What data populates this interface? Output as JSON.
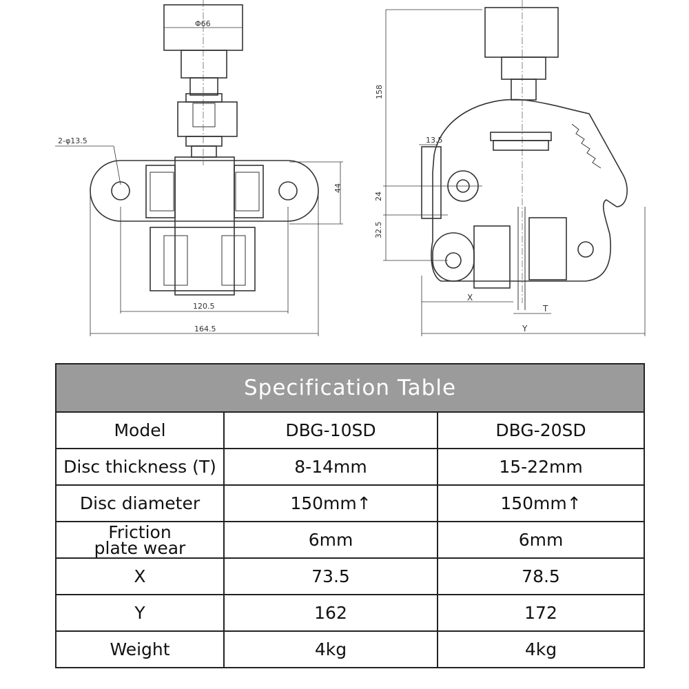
{
  "drawing": {
    "front_view": {
      "dim_top_diameter": "Φ66",
      "dim_holes": "2-φ13.5",
      "dim_height": "44",
      "dim_inner_width": "120.5",
      "dim_outer_width": "164.5"
    },
    "side_view": {
      "dim_total_height": "158",
      "dim_offset": "13.5",
      "dim_mid": "24",
      "dim_lower": "32.5",
      "dim_x": "X",
      "dim_t": "T",
      "dim_y": "Y"
    }
  },
  "spec_table": {
    "title": "Specification Table",
    "columns": [
      "Model",
      "DBG-10SD",
      "DBG-20SD"
    ],
    "rows": [
      [
        "Disc thickness (T)",
        "8-14mm",
        "15-22mm"
      ],
      [
        "Disc diameter",
        "150mm↑",
        "150mm↑"
      ],
      [
        "Friction plate wear",
        "6mm",
        "6mm"
      ],
      [
        "X",
        "73.5",
        "78.5"
      ],
      [
        "Y",
        "162",
        "172"
      ],
      [
        "Weight",
        "4kg",
        "4kg"
      ]
    ]
  }
}
